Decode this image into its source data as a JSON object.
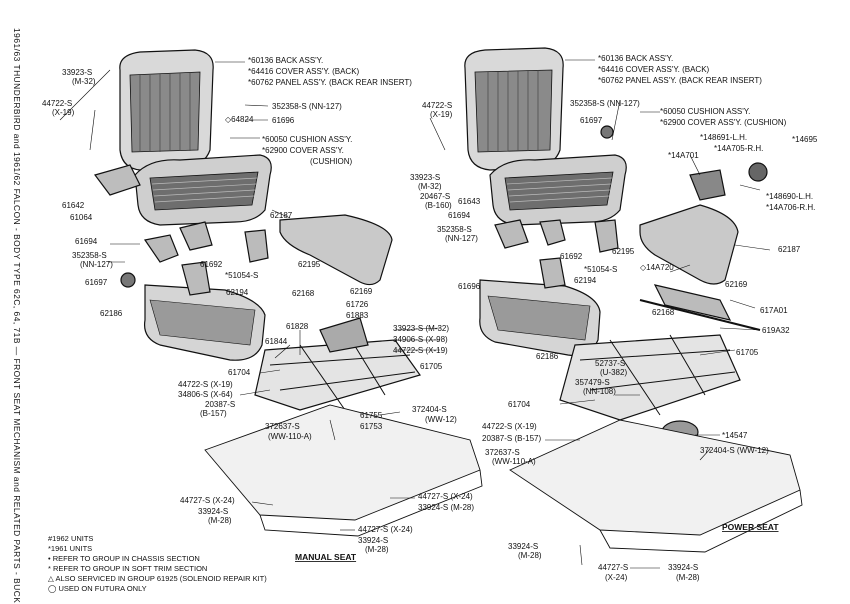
{
  "side_title": "1961/63 THUNDERBIRD and 1961/62 FALCON - BODY TYPE 62C, 64, 71B — FRONT SEAT MECHANISM and RELATED PARTS - BUCKET",
  "manual": {
    "heading": "MANUAL SEAT",
    "callouts": {
      "back_assy": "*60136  BACK ASS'Y.",
      "cover_back": "*64416  COVER ASS'Y. (BACK)",
      "panel": "*60762  PANEL ASS'Y. (BACK REAR INSERT)",
      "p33923_top": "33923-S",
      "p33923_top_sub": "(M-32)",
      "p44722_top": "44722-S",
      "p44722_top_sub": "(X-19)",
      "p352358_top": "352358-S (NN-127)",
      "p64824": "◇64824",
      "p61696_top": "61696",
      "cushion_assy": "*60050  CUSHION ASS'Y.",
      "cover_cushion": "*62900  COVER ASS'Y.",
      "cover_cushion_sub": "(CUSHION)",
      "p61642": "61642",
      "p61064": "61064",
      "p62187": "62187",
      "p61694": "61694",
      "p352358_mid": "352358-S",
      "p352358_mid_sub": "(NN-127)",
      "p61692": "61692",
      "p61697": "61697",
      "p51054": "*51054-S",
      "p62195": "62195",
      "p62194": "62194",
      "p62168": "62168",
      "p62169": "62169",
      "p61726": "61726",
      "p61883": "61883",
      "p62186": "62186",
      "p61828": "61828",
      "p61844": "61844",
      "p33923_mid": "33923-S (M-32)",
      "p34906_mid": "34906-S (X-98)",
      "p44722_mid": "44722-S (X-19)",
      "p61705": "61705",
      "p61704": "61704",
      "p44722_low": "44722-S (X-19)",
      "p34806_low": "34806-S (X-64)",
      "p20387": "20387-S",
      "p20387_sub": "(B-157)",
      "p372637": "372637-S",
      "p372637_sub": "(WW-110-A)",
      "p61755": "61755",
      "p61753": "61753",
      "p372404": "372404-S",
      "p372404_sub": "(WW-12)",
      "p44727_a": "44727-S (X-24)",
      "p33924_a": "33924-S",
      "p33924_a_sub": "(M-28)",
      "p44727_b": "44727-S (X-24)",
      "p33924_b": "33924-S (M-28)",
      "p44727_c": "44727-S (X-24)",
      "p33924_c": "33924-S",
      "p33924_c_sub": "(M-28)"
    }
  },
  "power": {
    "heading": "POWER SEAT",
    "callouts": {
      "back_assy": "*60136  BACK ASS'Y.",
      "cover_back": "*64416  COVER ASS'Y. (BACK)",
      "panel": "*60762  PANEL ASS'Y. (BACK REAR INSERT)",
      "p44722_top": "44722-S",
      "p44722_top_sub": "(X-19)",
      "p352358_top": "352358-S (NN-127)",
      "p61697_top": "61697",
      "cushion_assy": "*60050  CUSHION ASS'Y.",
      "cover_cushion": "*62900  COVER ASS'Y. (CUSHION)",
      "p148691": "*148691-L.H.",
      "p14A705": "*14A705-R.H.",
      "p14695": "*14695",
      "p14A701": "*14A701",
      "p33923": "33923-S",
      "p33923_sub": "(M-32)",
      "p20467": "20467-S",
      "p20467_sub": "(B-160)",
      "p61643": "61643",
      "p148690": "*148690-L.H.",
      "p14A706": "*14A706-R.H.",
      "p61694": "61694",
      "p352358_mid": "352358-S",
      "p352358_mid_sub": "(NN-127)",
      "p61692": "61692",
      "p62195": "62195",
      "p62187": "62187",
      "p51054": "*51054-S",
      "p14A720": "◇14A720",
      "p61696": "61696",
      "p62194": "62194",
      "p62169": "62169",
      "p617A01": "617A01",
      "p62168": "62168",
      "p619A32": "619A32",
      "p62186": "62186",
      "p52737": "52737-S",
      "p52737_sub": "(U-382)",
      "p61705": "61705",
      "p357479": "357479-S",
      "p357479_sub": "(NN-108)",
      "p61704": "61704",
      "p44722_low": "44722-S (X-19)",
      "p20387": "20387-S (B-157)",
      "p372637": "372637-S",
      "p372637_sub": "(WW-110-A)",
      "p14547": "*14547",
      "p372404": "372404-S (WW-12)",
      "p33924_a": "33924-S",
      "p33924_a_sub": "(M-28)",
      "p44727": "44727-S",
      "p44727_sub": "(X-24)",
      "p33924_b": "33924-S",
      "p33924_b_sub": "(M-28)"
    }
  },
  "legend": [
    "#1962 UNITS",
    "*1961 UNITS",
    "• REFER TO GROUP IN CHASSIS SECTION",
    "* REFER TO GROUP IN SOFT TRIM SECTION",
    "△ ALSO SERVICED IN GROUP 61925 (SOLENOID REPAIR KIT)",
    "◯ USED ON FUTURA ONLY"
  ]
}
